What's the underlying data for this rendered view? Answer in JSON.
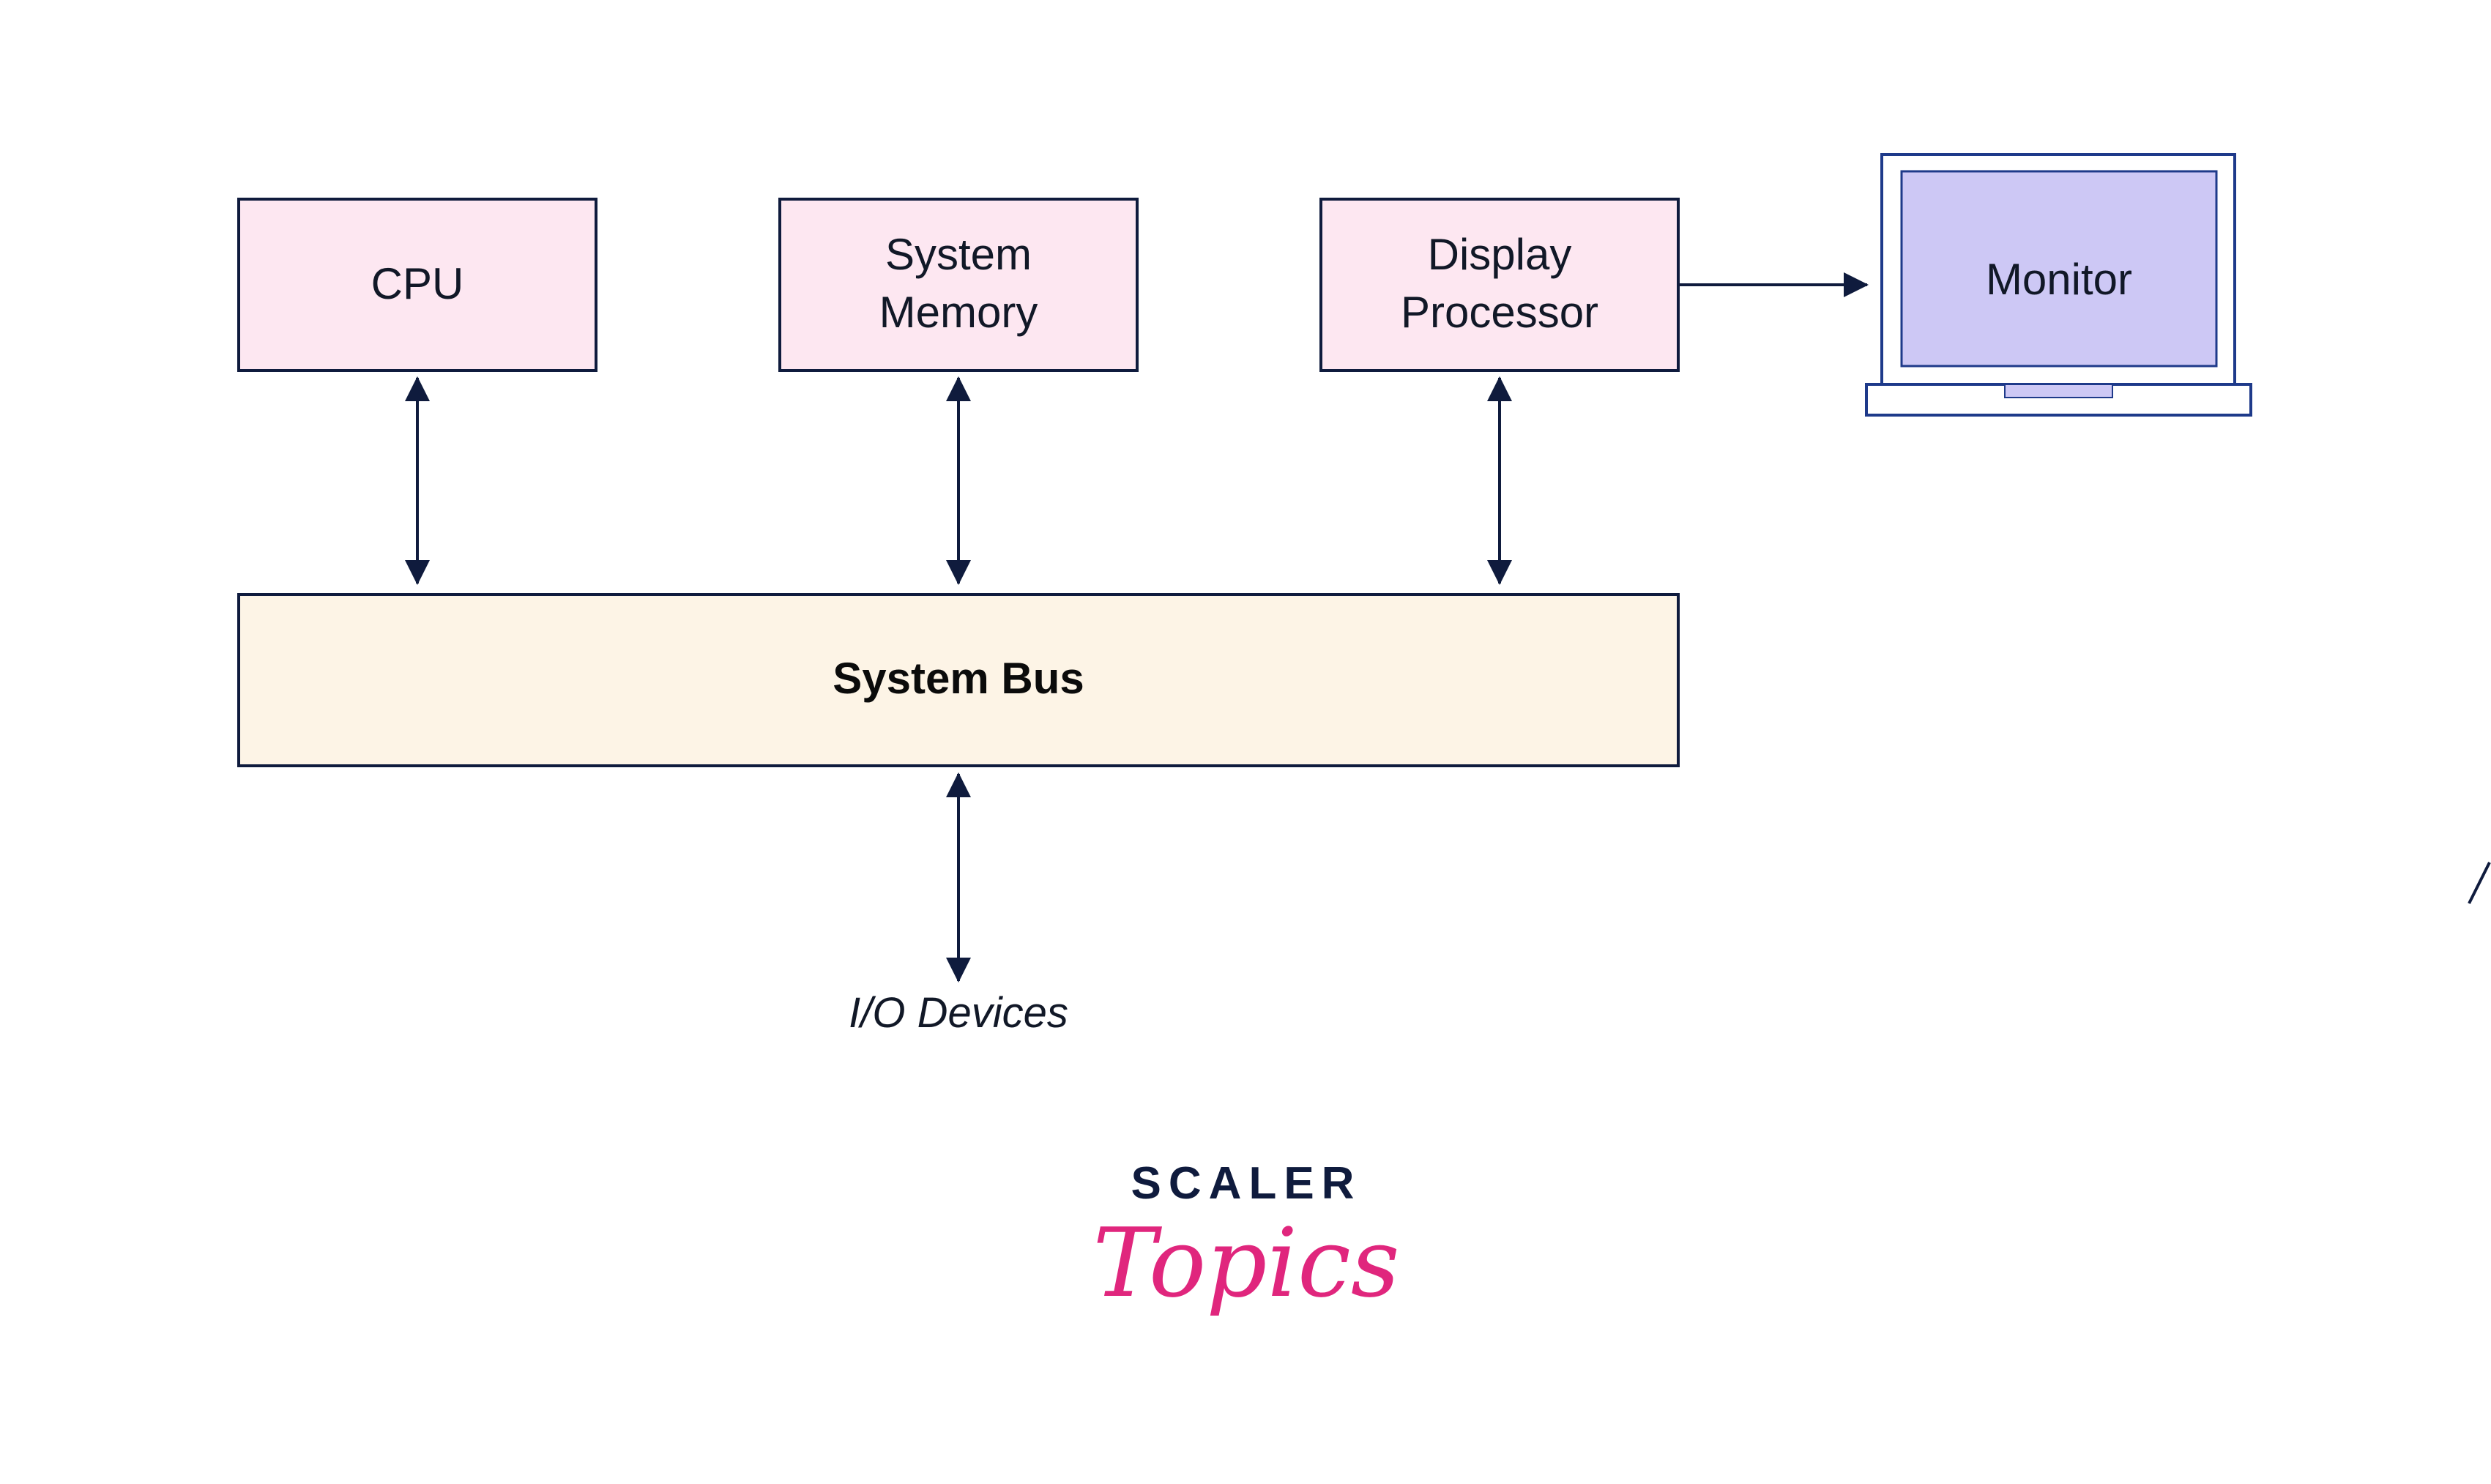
{
  "nodes": {
    "cpu": {
      "lines": [
        "CPU"
      ]
    },
    "memory": {
      "lines": [
        "System",
        "Memory"
      ]
    },
    "display": {
      "lines": [
        "Display",
        "Processor"
      ]
    },
    "monitor": {
      "label": "Monitor"
    },
    "bus": {
      "label": "System Bus"
    },
    "io": {
      "label": "I/O Devices"
    }
  },
  "branding": {
    "top": "SCALER",
    "bottom": "Topics"
  },
  "colors": {
    "box_fill_pink": "#fde7f1",
    "bus_fill": "#fdf4e6",
    "monitor_screen": "#cdc8f5",
    "monitor_outline": "#1e3a8a",
    "stroke": "#0f1b3d",
    "logo_dark": "#0f1b3d",
    "logo_pink": "#e0267d"
  }
}
